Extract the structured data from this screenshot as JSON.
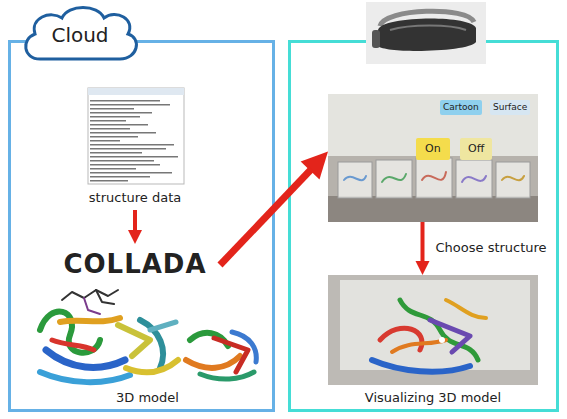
{
  "diagram": {
    "nodes": [
      {
        "text": [
          "Cloud"
        ]
      },
      {
        "text": [
          "structure data"
        ]
      },
      {
        "text": [
          "COLLADA"
        ]
      },
      {
        "text": [
          "3D model"
        ]
      },
      {
        "text": [
          "Cartoon",
          "Surface",
          "On",
          "Off"
        ]
      },
      {
        "text": [
          "Visualizing 3D model"
        ]
      }
    ],
    "edges": [
      {
        "from": 1,
        "to": 2,
        "arrow": "to"
      },
      {
        "from": 2,
        "to": 4,
        "arrow": "to"
      },
      {
        "from": 4,
        "to": 5,
        "arrow": "to",
        "label": "Choose structure"
      }
    ]
  }
}
